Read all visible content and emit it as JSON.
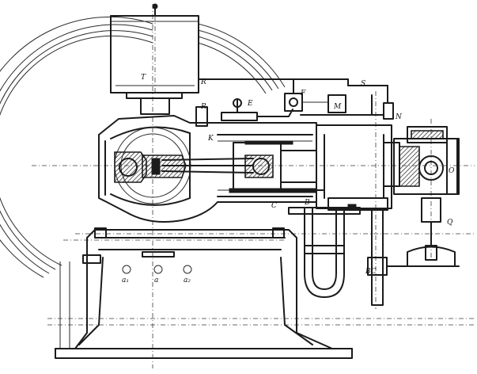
{
  "labels": {
    "T": "T",
    "R": "R",
    "E": "E",
    "K": "K",
    "F": "F",
    "M": "M",
    "R_top": "R",
    "S": "S",
    "N": "N",
    "B": "B",
    "C": "C",
    "Q": "Q",
    "O": "O",
    "BC": "BC",
    "a1": "a₁",
    "a2": "a",
    "a3": "a₂"
  },
  "colors": {
    "ink": "#1b1b1b",
    "paper": "#ffffff"
  }
}
